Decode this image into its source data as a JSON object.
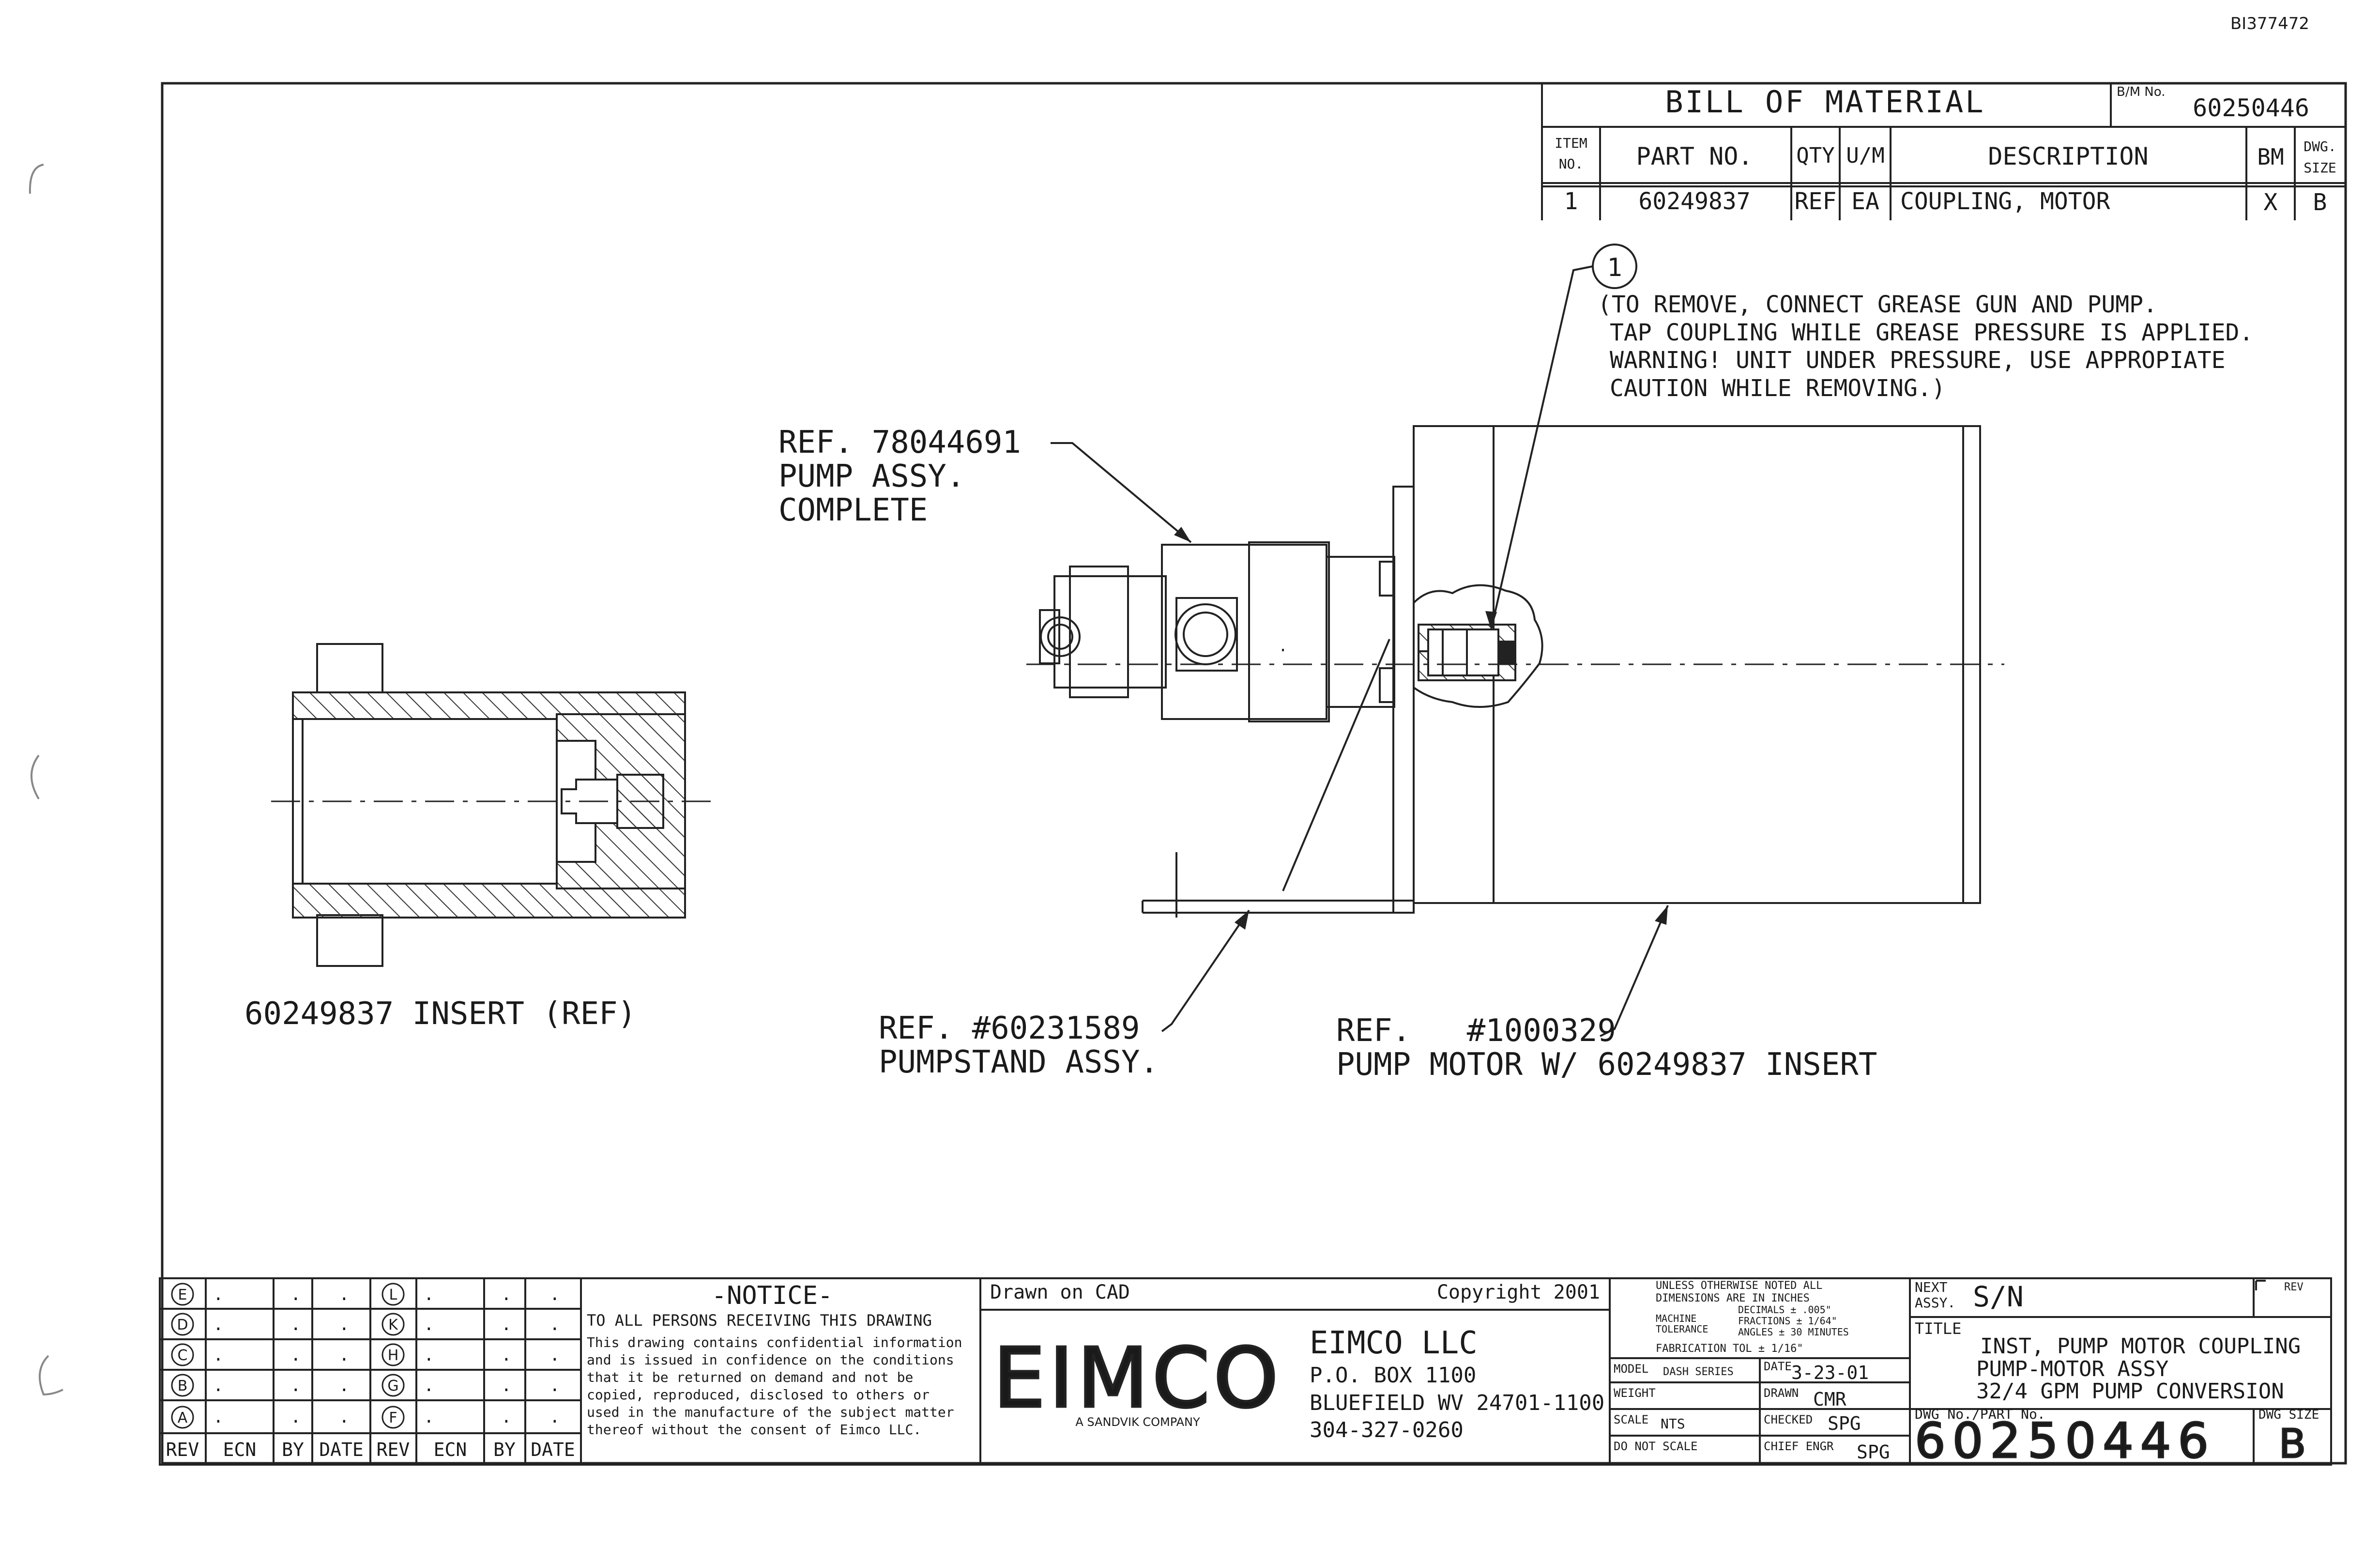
{
  "doc_code": "BI377472",
  "bom": {
    "title": "BILL OF MATERIAL",
    "bm_no_label": "B/M No.",
    "bm_no": "60250446",
    "headers": {
      "item_no_top": "ITEM",
      "item_no_bottom": "NO.",
      "part_no": "PART NO.",
      "qty": "QTY",
      "um": "U/M",
      "description": "DESCRIPTION",
      "bm": "BM",
      "dwg_size_top": "DWG.",
      "dwg_size_bottom": "SIZE"
    },
    "rows": [
      {
        "item": "1",
        "part_no": "60249837",
        "qty": "REF",
        "um": "EA",
        "description": "COUPLING, MOTOR",
        "bm": "X",
        "dwg_size": "B"
      }
    ]
  },
  "balloon": "1",
  "callouts": {
    "note": [
      "(TO REMOVE, CONNECT GREASE GUN AND PUMP.",
      "TAP COUPLING WHILE GREASE PRESSURE IS APPLIED.",
      "WARNING! UNIT UNDER PRESSURE, USE APPROPIATE",
      "CAUTION WHILE REMOVING.)"
    ],
    "pump_assy": [
      "REF. 78044691",
      "PUMP ASSY.",
      "COMPLETE"
    ],
    "insert": "60249837 INSERT (REF)",
    "pumpstand": [
      "REF. #60231589",
      "PUMPSTAND ASSY."
    ],
    "pump_motor": [
      "REF.   #1000329",
      "PUMP MOTOR W/ 60249837 INSERT"
    ]
  },
  "revision_block": {
    "letters_left": [
      "E",
      "D",
      "C",
      "B",
      "A"
    ],
    "letters_right": [
      "L",
      "K",
      "H",
      "G",
      "F"
    ],
    "dot": ".",
    "headers": [
      "REV",
      "ECN",
      "BY",
      "DATE",
      "REV",
      "ECN",
      "BY",
      "DATE"
    ]
  },
  "notice": {
    "title": "-NOTICE-",
    "heading": "TO ALL PERSONS RECEIVING THIS DRAWING",
    "lines": [
      "This drawing contains confidential information",
      "and is issued in confidence on the conditions",
      "that it be returned on demand and not be",
      "copied, reproduced, disclosed to others or",
      "used in the manufacture of the subject matter",
      "thereof without the consent of Eimco LLC."
    ]
  },
  "company": {
    "drawn_on": "Drawn on CAD",
    "copyright": "Copyright 2001",
    "logo": "EIMCO",
    "logo_sub": "A SANDVIK COMPANY",
    "name": "EIMCO LLC",
    "address": [
      "P.O. BOX 1100",
      "BLUEFIELD WV 24701-1100",
      "304-327-0260"
    ]
  },
  "tolerance": {
    "lines": [
      "UNLESS OTHERWISE NOTED ALL",
      "DIMENSIONS ARE IN INCHES"
    ],
    "machine": "MACHINE",
    "tolerance_label": "TOLERANCE",
    "decimals": "DECIMALS ± .005\"",
    "fractions": "FRACTIONS ± 1/64\"",
    "angles": "ANGLES ± 30 MINUTES",
    "fabrication": "FABRICATION TOL ± 1/16\""
  },
  "title_block": {
    "model_label": "MODEL",
    "dash_series": "DASH SERIES",
    "date_label": "DATE",
    "date": "3-23-01",
    "weight_label": "WEIGHT",
    "drawn_label": "DRAWN",
    "drawn": "CMR",
    "scale_label": "SCALE",
    "scale": "NTS",
    "checked_label": "CHECKED",
    "checked": "SPG",
    "do_not_scale": "DO NOT SCALE",
    "chief_engr_label": "CHIEF ENGR",
    "chief_engr": "SPG",
    "next_assy_label_top": "NEXT",
    "next_assy_label_bottom": "ASSY.",
    "next_assy": "S/N",
    "rev_label": "REV",
    "title_label": "TITLE",
    "title": [
      "INST, PUMP MOTOR COUPLING",
      "PUMP-MOTOR ASSY",
      "32/4 GPM PUMP CONVERSION"
    ],
    "dwg_no_label": "DWG No./PART No.",
    "dwg_no": "60250446",
    "dwg_size_label": "DWG SIZE",
    "dwg_size": "B"
  }
}
